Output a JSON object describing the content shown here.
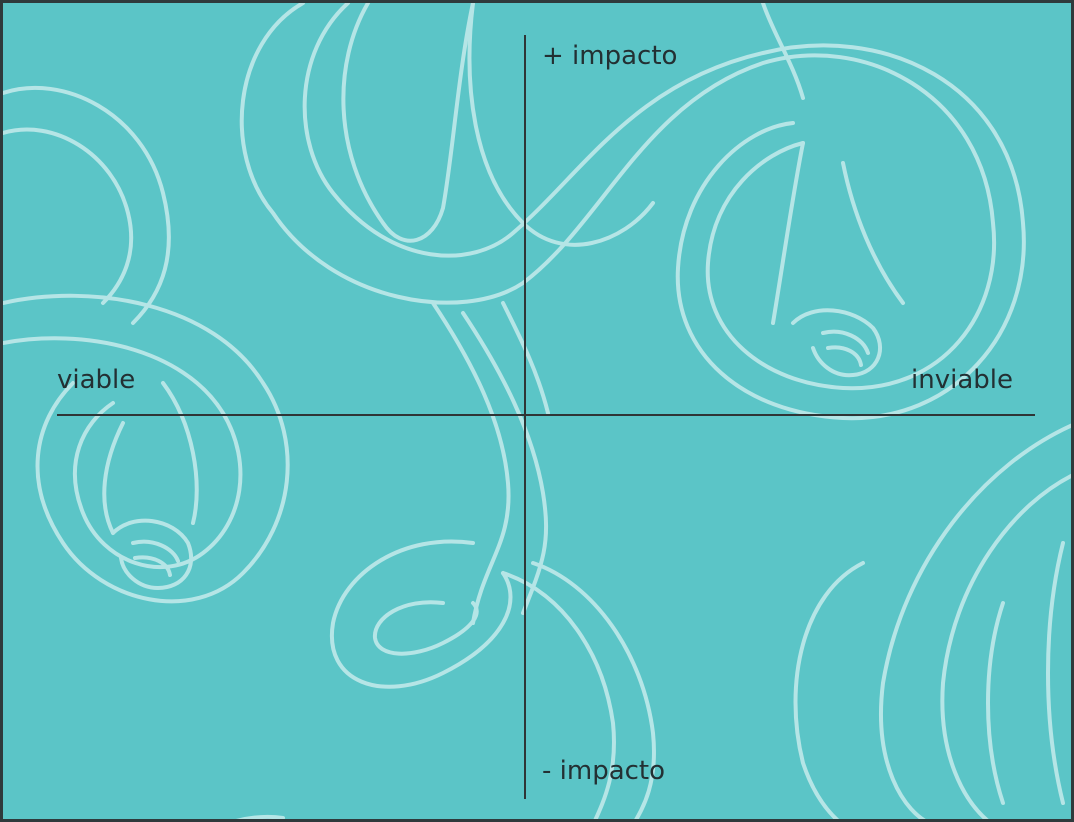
{
  "background_color": "#5bc5c7",
  "line_art_color": "#bfe9ea",
  "axis_color": "#2f3536",
  "text_color": "#233033",
  "labels": {
    "top": "+ impacto",
    "bottom": "- impacto",
    "left": "viable",
    "right": "inviable"
  }
}
